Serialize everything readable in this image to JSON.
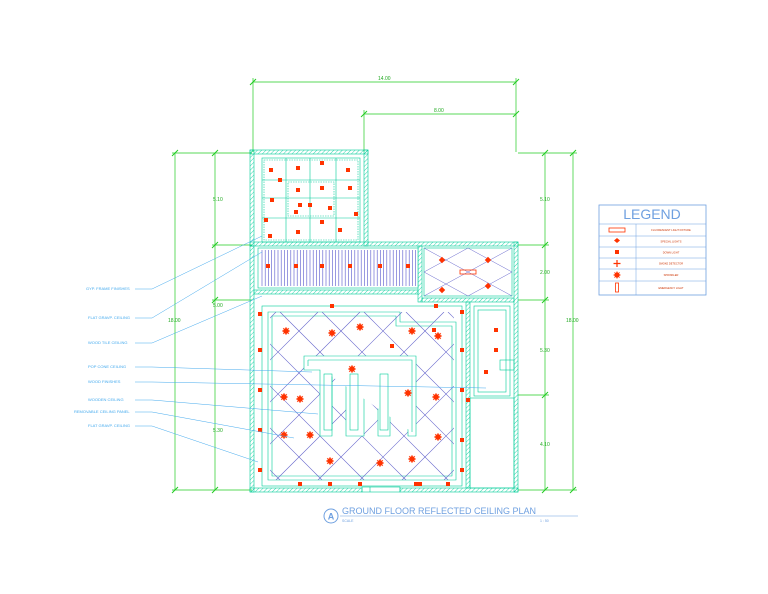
{
  "dimensions": {
    "top_overall": "14.00",
    "top_partial": "8.00",
    "left_overall": "18.00",
    "left_1": "5.10",
    "left_2": "5.00",
    "left_3": "5.30",
    "right_overall": "18.00",
    "right_1": "5.10",
    "right_2": "2.00",
    "right_3": "5.30",
    "right_4": "4.10"
  },
  "callouts": [
    "GYP. FRAME FINISHES",
    "FLAT GRAVP. CEILING",
    "WOOD TILE CEILING",
    "POP CONE CEILING",
    "WOOD FINISHES",
    "WOODEN CEILING",
    "REMOVABLE CEILING PANEL",
    "FLAT GRAVP. CEILING"
  ],
  "legend": {
    "title": "LEGEND",
    "items": [
      "FLUORESCENT LIGHT FIXTURE",
      "SPECIAL LIGHTS",
      "DOWN LIGHT",
      "SMOKE DETECTOR",
      "SPRINKLER",
      "EMERGENCY LIGHT"
    ]
  },
  "title_block": {
    "logo": "A",
    "title": "GROUND FLOOR REFLECTED CEILING PLAN",
    "scale_label": "SCALE",
    "scale_value": "1 : 50"
  },
  "colors": {
    "wall": "#00cc99",
    "dimension": "#22cc22",
    "fixture": "#ff3300",
    "grid": "#6666cc",
    "callout": "#44aaee",
    "legend": "#6fa0e0"
  }
}
